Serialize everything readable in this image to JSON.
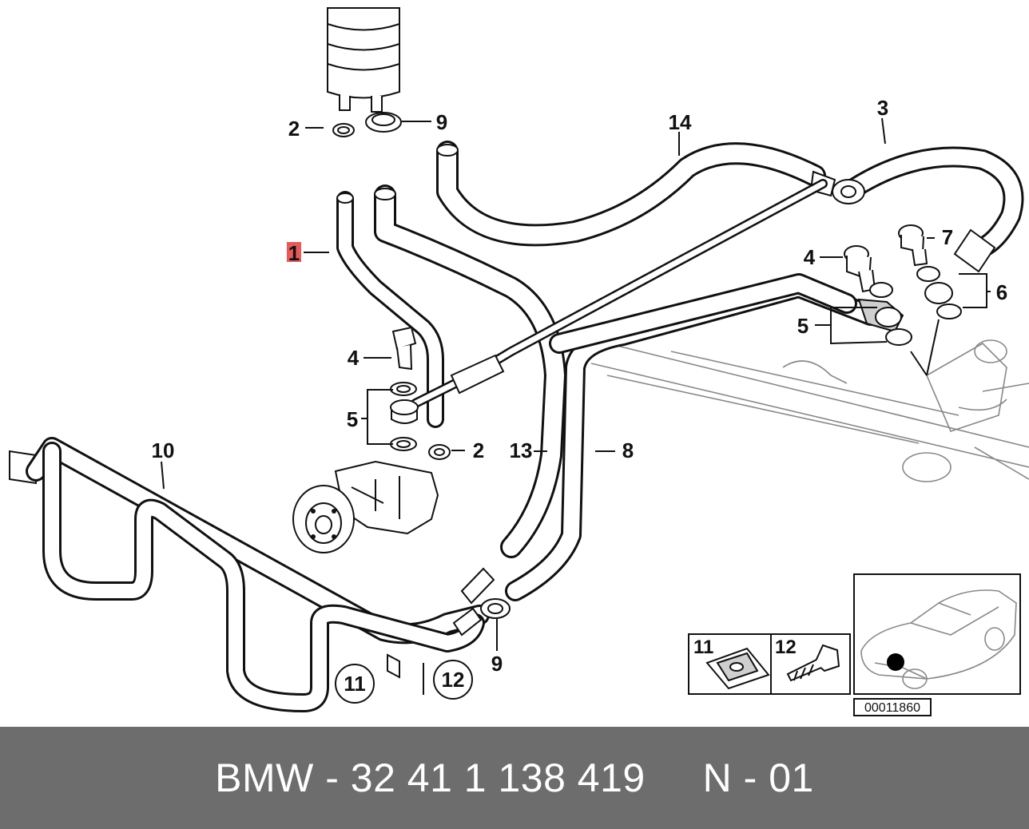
{
  "diagram": {
    "callouts": {
      "c1": "1",
      "c2a": "2",
      "c2b": "2",
      "c3": "3",
      "c4a": "4",
      "c4b": "4",
      "c5a": "5",
      "c5b": "5",
      "c6": "6",
      "c7": "7",
      "c8": "8",
      "c9a": "9",
      "c9b": "9",
      "c10": "10",
      "c11": "11",
      "c12": "12",
      "c13": "13",
      "c14": "14"
    },
    "legend": {
      "item_11": "11",
      "item_12": "12"
    },
    "drawing_number": "00011860",
    "highlight_color": "#e85a5a"
  },
  "footer": {
    "text": "BMW - 32 41 1 138 419     N - 01",
    "background": "#6d6d6d"
  }
}
